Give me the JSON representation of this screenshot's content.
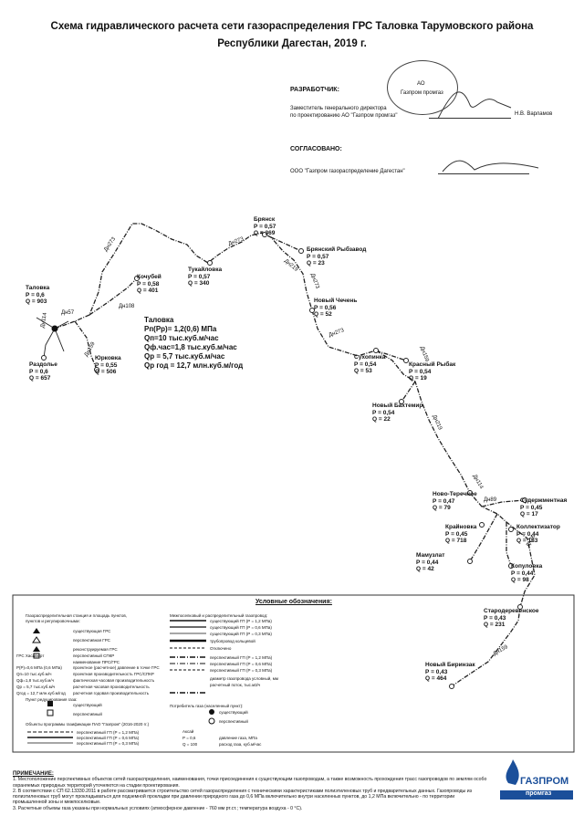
{
  "title_line1": "Схема гидравлического расчета сети газораспределения ГРС  Таловка Тарумовского района",
  "title_line2": "Республики Дагестан, 2019 г.",
  "developer": {
    "heading": "РАЗРАБОТЧИК:",
    "position_line1": "Заместитель генерального директора",
    "position_line2": "по проектированию АО \"Газпром промгаз\"",
    "name": "Н.В. Варламов"
  },
  "agreed": {
    "heading": "СОГЛАСОВАНО:",
    "org": "ООО \"Газпром газораспределение Дагестан\""
  },
  "stamp": {
    "text1": "АО",
    "text2": "Газпром промгаз"
  },
  "info_block": {
    "name": "Таловка",
    "lines": [
      "Рп(Рр)= 1,2(0,6) МПа",
      "Qп=10 тыс.куб.м/час",
      "Qф.час=1,8 тыс.куб.м/час",
      "Qр = 5,7 тыс.куб.м/час",
      "Qр год = 12,7 млн.куб.м/год"
    ]
  },
  "settlements": [
    {
      "name": "Брянск",
      "p": "Р = 0,57",
      "q": "Q = 369"
    },
    {
      "name": "Брянский Рыбзавод",
      "p": "Р = 0,57",
      "q": "Q = 23"
    },
    {
      "name": "Тукайловка",
      "p": "Р = 0,57",
      "q": "Q = 340"
    },
    {
      "name": "Кочубей",
      "p": "Р = 0,58",
      "q": "Q = 401"
    },
    {
      "name": "Таловка",
      "p": "Р = 0,6",
      "q": "Q = 903"
    },
    {
      "name": "Раздолье",
      "p": "Р = 0,6",
      "q": "Q = 657"
    },
    {
      "name": "Юрковка",
      "p": "Р = 0,55",
      "q": "Q = 506"
    },
    {
      "name": "Новый Чечень",
      "p": "Р = 0,56",
      "q": "Q = 52"
    },
    {
      "name": "Сухопинка",
      "p": "Р = 0,54",
      "q": "Q = 53"
    },
    {
      "name": "Красный Рыбак",
      "p": "Р = 0,54",
      "q": "Q = 19"
    },
    {
      "name": "Новый Бахтемир",
      "p": "Р = 0,54",
      "q": "Q = 22"
    },
    {
      "name": "Ново-Теречное",
      "p": "Р = 0,47",
      "q": "Q = 79"
    },
    {
      "name": "Судержментная",
      "p": "Р = 0,45",
      "q": "Q = 17"
    },
    {
      "name": "Крайновка",
      "p": "Р = 0,45",
      "q": "Q = 718"
    },
    {
      "name": "Коллектизатор",
      "p": "Р = 0,44",
      "q": "Q = 183"
    },
    {
      "name": "Мамузлат",
      "p": "Р = 0,44",
      "q": "Q = 42"
    },
    {
      "name": "Копуловка",
      "p": "Р = 0,44",
      "q": "Q = 98"
    },
    {
      "name": "Стародеревенское",
      "p": "Р = 0,43",
      "q": "Q = 231"
    },
    {
      "name": "Новый Биринзак",
      "p": "Р = 0,43",
      "q": "Q = 464"
    }
  ],
  "pipe_labels": [
    "Дн273",
    "Дн219",
    "Дн159",
    "Дн114",
    "Дн89",
    "Дн57",
    "Дн108",
    "Дн76"
  ],
  "legend": {
    "title": "Условные обозначения:",
    "left_header1": "Газораспределительная станция и площадь пунктов,",
    "left_header2": "пунктов и регулировочными:",
    "left_items": [
      "существующая ГРС",
      "перспективная ГРС",
      "реконструируемая ГРС",
      "перспективный СПКР",
      "наименование ПРС/ГРС"
    ],
    "left_values": [
      "ГРС Хасавюрт",
      "Р(Р)=0,6 МПа (0,6 МПа)",
      "Qп=10 тыс.куб.м/ч",
      "Qф=1,8 тыс.куб.м/ч",
      "Qр = 5,7 тыс.куб.м/ч",
      "Qгод = 12,7 млн.куб.м/год"
    ],
    "left_desc": [
      "проектное (расчетное) давление в точке ГРС",
      "проектная производительность ГРС/СПКР",
      "фактическая часовая производительность",
      "расчетная часовая производительность",
      "расчетная годовая производительность"
    ],
    "mid_items": [
      "существующий",
      "перспективный"
    ],
    "mid_header": "Пункт редуцирования газа:",
    "mid_header2": "Объекты программы газификации ПАО \"Газпром\" (2016-2020 гг.)",
    "mid_pipes": [
      "перспективный ГП (Р = 1,2 МПа)",
      "перспективный ГП (Р = 0,6 МПа)",
      "перспективный ГП (Р = 0,3 МПа)"
    ],
    "right_header": "Межпоселковый и распределительный газопровод:",
    "right_items": [
      "существующий ГП (Р = 1,2 МПа)",
      "существующий ГП (Р = 0,6 МПа)",
      "существующий ГП (Р = 0,3 МПа)",
      "трубопровод кольцевой",
      "Отключено",
      "перспективный ГП (Р = 1,2 МПа)",
      "перспективный ГП (Р = 0,6 МПа)",
      "перспективный ГП (Р = 0,3 МПа)",
      "диаметр газопровода условный, мм",
      "расчетный поток, тыс.м3/ч"
    ],
    "right_header2": "Потребитель газа (населенный пункт):",
    "right_items2": [
      "существующий",
      "перспективный",
      "давление газа, МПа",
      "расход газа, куб.м/час"
    ],
    "right_values2": [
      "Аксай",
      "Р = 0,6",
      "Q = 100"
    ]
  },
  "notes_heading": "ПРИМЕЧАНИЕ:",
  "notes": [
    "1. Местоположение перспективных объектов сетей газораспределения, наименования, точки присоединения к существующим газопроводам, а также возможность прохождения трасс газопроводов по землям особо охраняемых природных территорий уточняются на стадии проектирования.",
    "2. В соответствии с СП 62.13330.2011 в работе рассматривается строительство сетей газораспределения с техническими характеристиками полиэтиленовых труб и предварительных данных. Газопроводы из полиэтиленовых труб могут прокладываться для подземной прокладки при давлении природного газа до 0,6 МПа включительно внутри населенных пунктов, до 1,2 МПа включительно - по территории промышленной зоны и межпоселковые.",
    "3. Расчетные объемы газа указаны при нормальных условиях (атмосферное давление - 760 мм рт.ст.; температура воздуха - 0 °С)."
  ],
  "logo": {
    "name": "ГАЗПРОМ",
    "sub": "промгаз"
  },
  "colors": {
    "line": "#222222",
    "text": "#111111",
    "logo": "#1b4f9a"
  }
}
